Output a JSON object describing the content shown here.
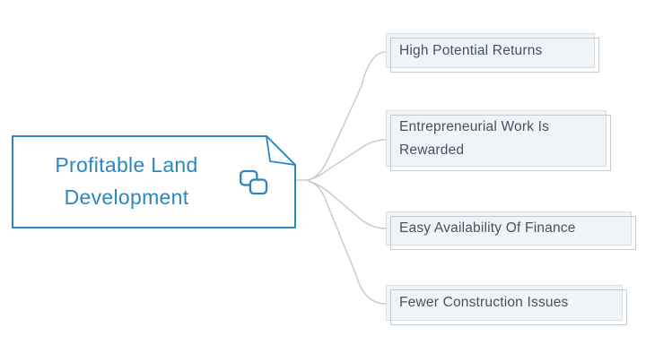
{
  "diagram": {
    "type": "mindmap",
    "root": {
      "label": "Profitable Land Development",
      "icon": "link-icon"
    },
    "branches": [
      {
        "label": "High Potential Returns"
      },
      {
        "label": "Entrepreneurial Work Is Rewarded"
      },
      {
        "label": "Easy Availability Of Finance"
      },
      {
        "label": "Fewer Construction Issues"
      }
    ],
    "colors": {
      "root_border": "#2e86c1",
      "root_text": "#2e86c1",
      "root_fill": "#ffffff",
      "branch_fill": "#eff4f9",
      "branch_border": "#d9dee3",
      "branch_shadow": "#c6cbd0",
      "branch_text": "#46525e",
      "connector": "#c8ccd0",
      "background": "#ffffff"
    }
  }
}
